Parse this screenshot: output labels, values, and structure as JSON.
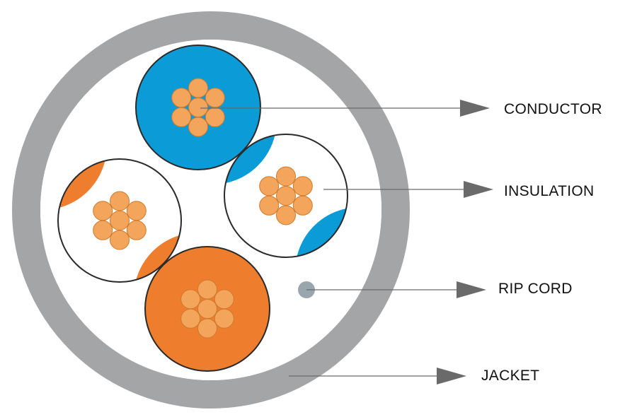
{
  "labels": {
    "conductor": "CONDUCTOR",
    "insulation": "INSULATION",
    "rip_cord": "RIP CORD",
    "jacket": "JACKET"
  },
  "colors": {
    "jacket": "#a3a5a6",
    "core_fill": "#ffffff",
    "insulation_outline": "#2a2a2a",
    "blue_insulation": "#0b9bd6",
    "orange_insulation": "#ee7d2e",
    "strand_fill": "#f4a55c",
    "strand_stroke": "#cf7a2c",
    "rip_cord": "#9aa6ad",
    "leader": "#6a6a6a"
  },
  "icons": {
    "arrow": "arrow-right-icon"
  }
}
